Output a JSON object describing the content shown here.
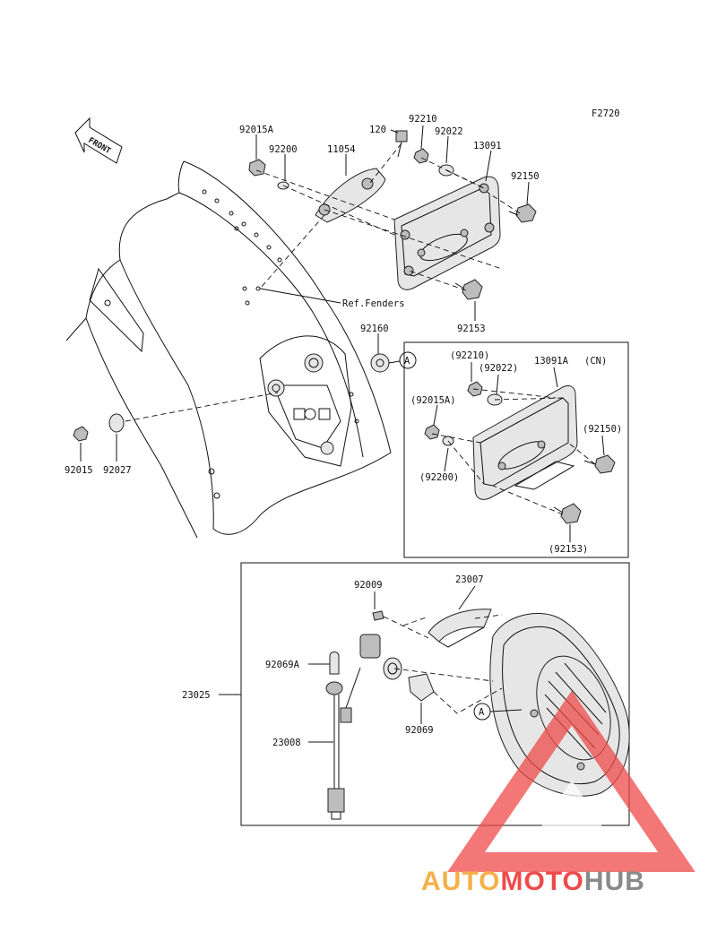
{
  "figure_code": "F2720",
  "front_label": "FRONT",
  "ref_label": "Ref.Fenders",
  "callout_letter": "A",
  "parts": {
    "p92015A": "92015A",
    "p92200": "92200",
    "p11054": "11054",
    "p120": "120",
    "p92210": "92210",
    "p92022": "92022",
    "p13091": "13091",
    "p92150": "92150",
    "p92153": "92153",
    "p92160": "92160",
    "p92015": "92015",
    "p92027": "92027",
    "cn_92210": "(92210)",
    "cn_92022": "(92022)",
    "cn_13091A": "13091A",
    "cn_tag": "(CN)",
    "cn_92015A": "(92015A)",
    "cn_92150": "(92150)",
    "cn_92200": "(92200)",
    "cn_92153": "(92153)",
    "p92009": "92009",
    "p23007": "23007",
    "p92069A": "92069A",
    "p23025": "23025",
    "p23008": "23008",
    "p92069": "92069"
  },
  "watermark": {
    "part1": "AUTO",
    "part2": "MOTO",
    "part3": "HUB",
    "color_orange": "#f5b04a",
    "color_red": "#ef4a4a",
    "color_gray": "#8a8a8a"
  }
}
